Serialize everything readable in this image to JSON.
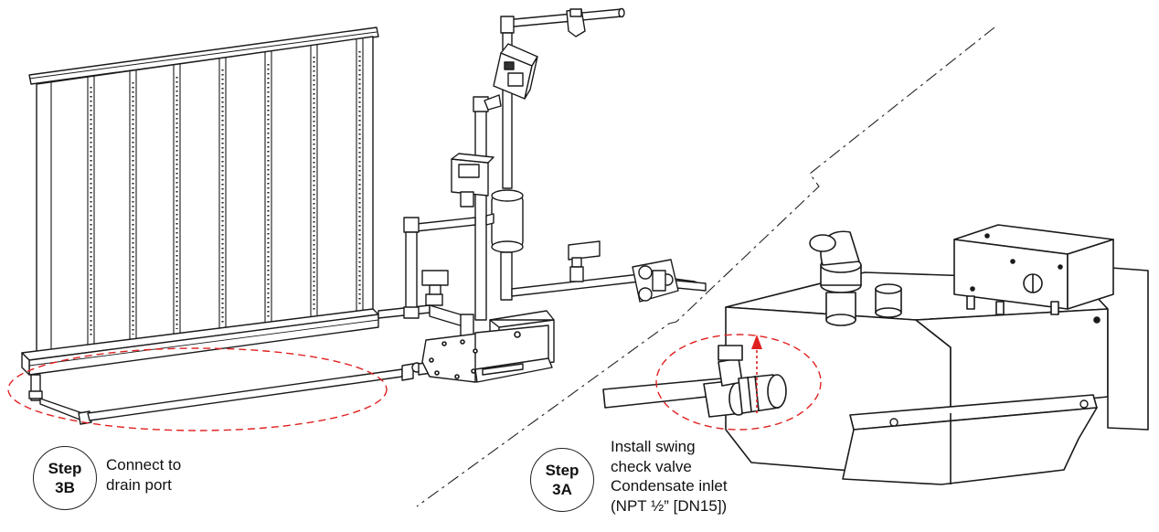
{
  "step_3b": {
    "badge_word": "Step",
    "badge_number": "3B",
    "lines": [
      "Connect to",
      "drain port"
    ]
  },
  "step_3a": {
    "badge_word": "Step",
    "badge_number": "3A",
    "lines": [
      "Install swing",
      "check valve",
      "Condensate inlet",
      "(NPT ½” [DN15])"
    ]
  },
  "colors": {
    "line": "#1a1a1a",
    "highlight": "#e02020",
    "fill_light": "#ffffff",
    "fill_gray": "#bdbdbd"
  }
}
